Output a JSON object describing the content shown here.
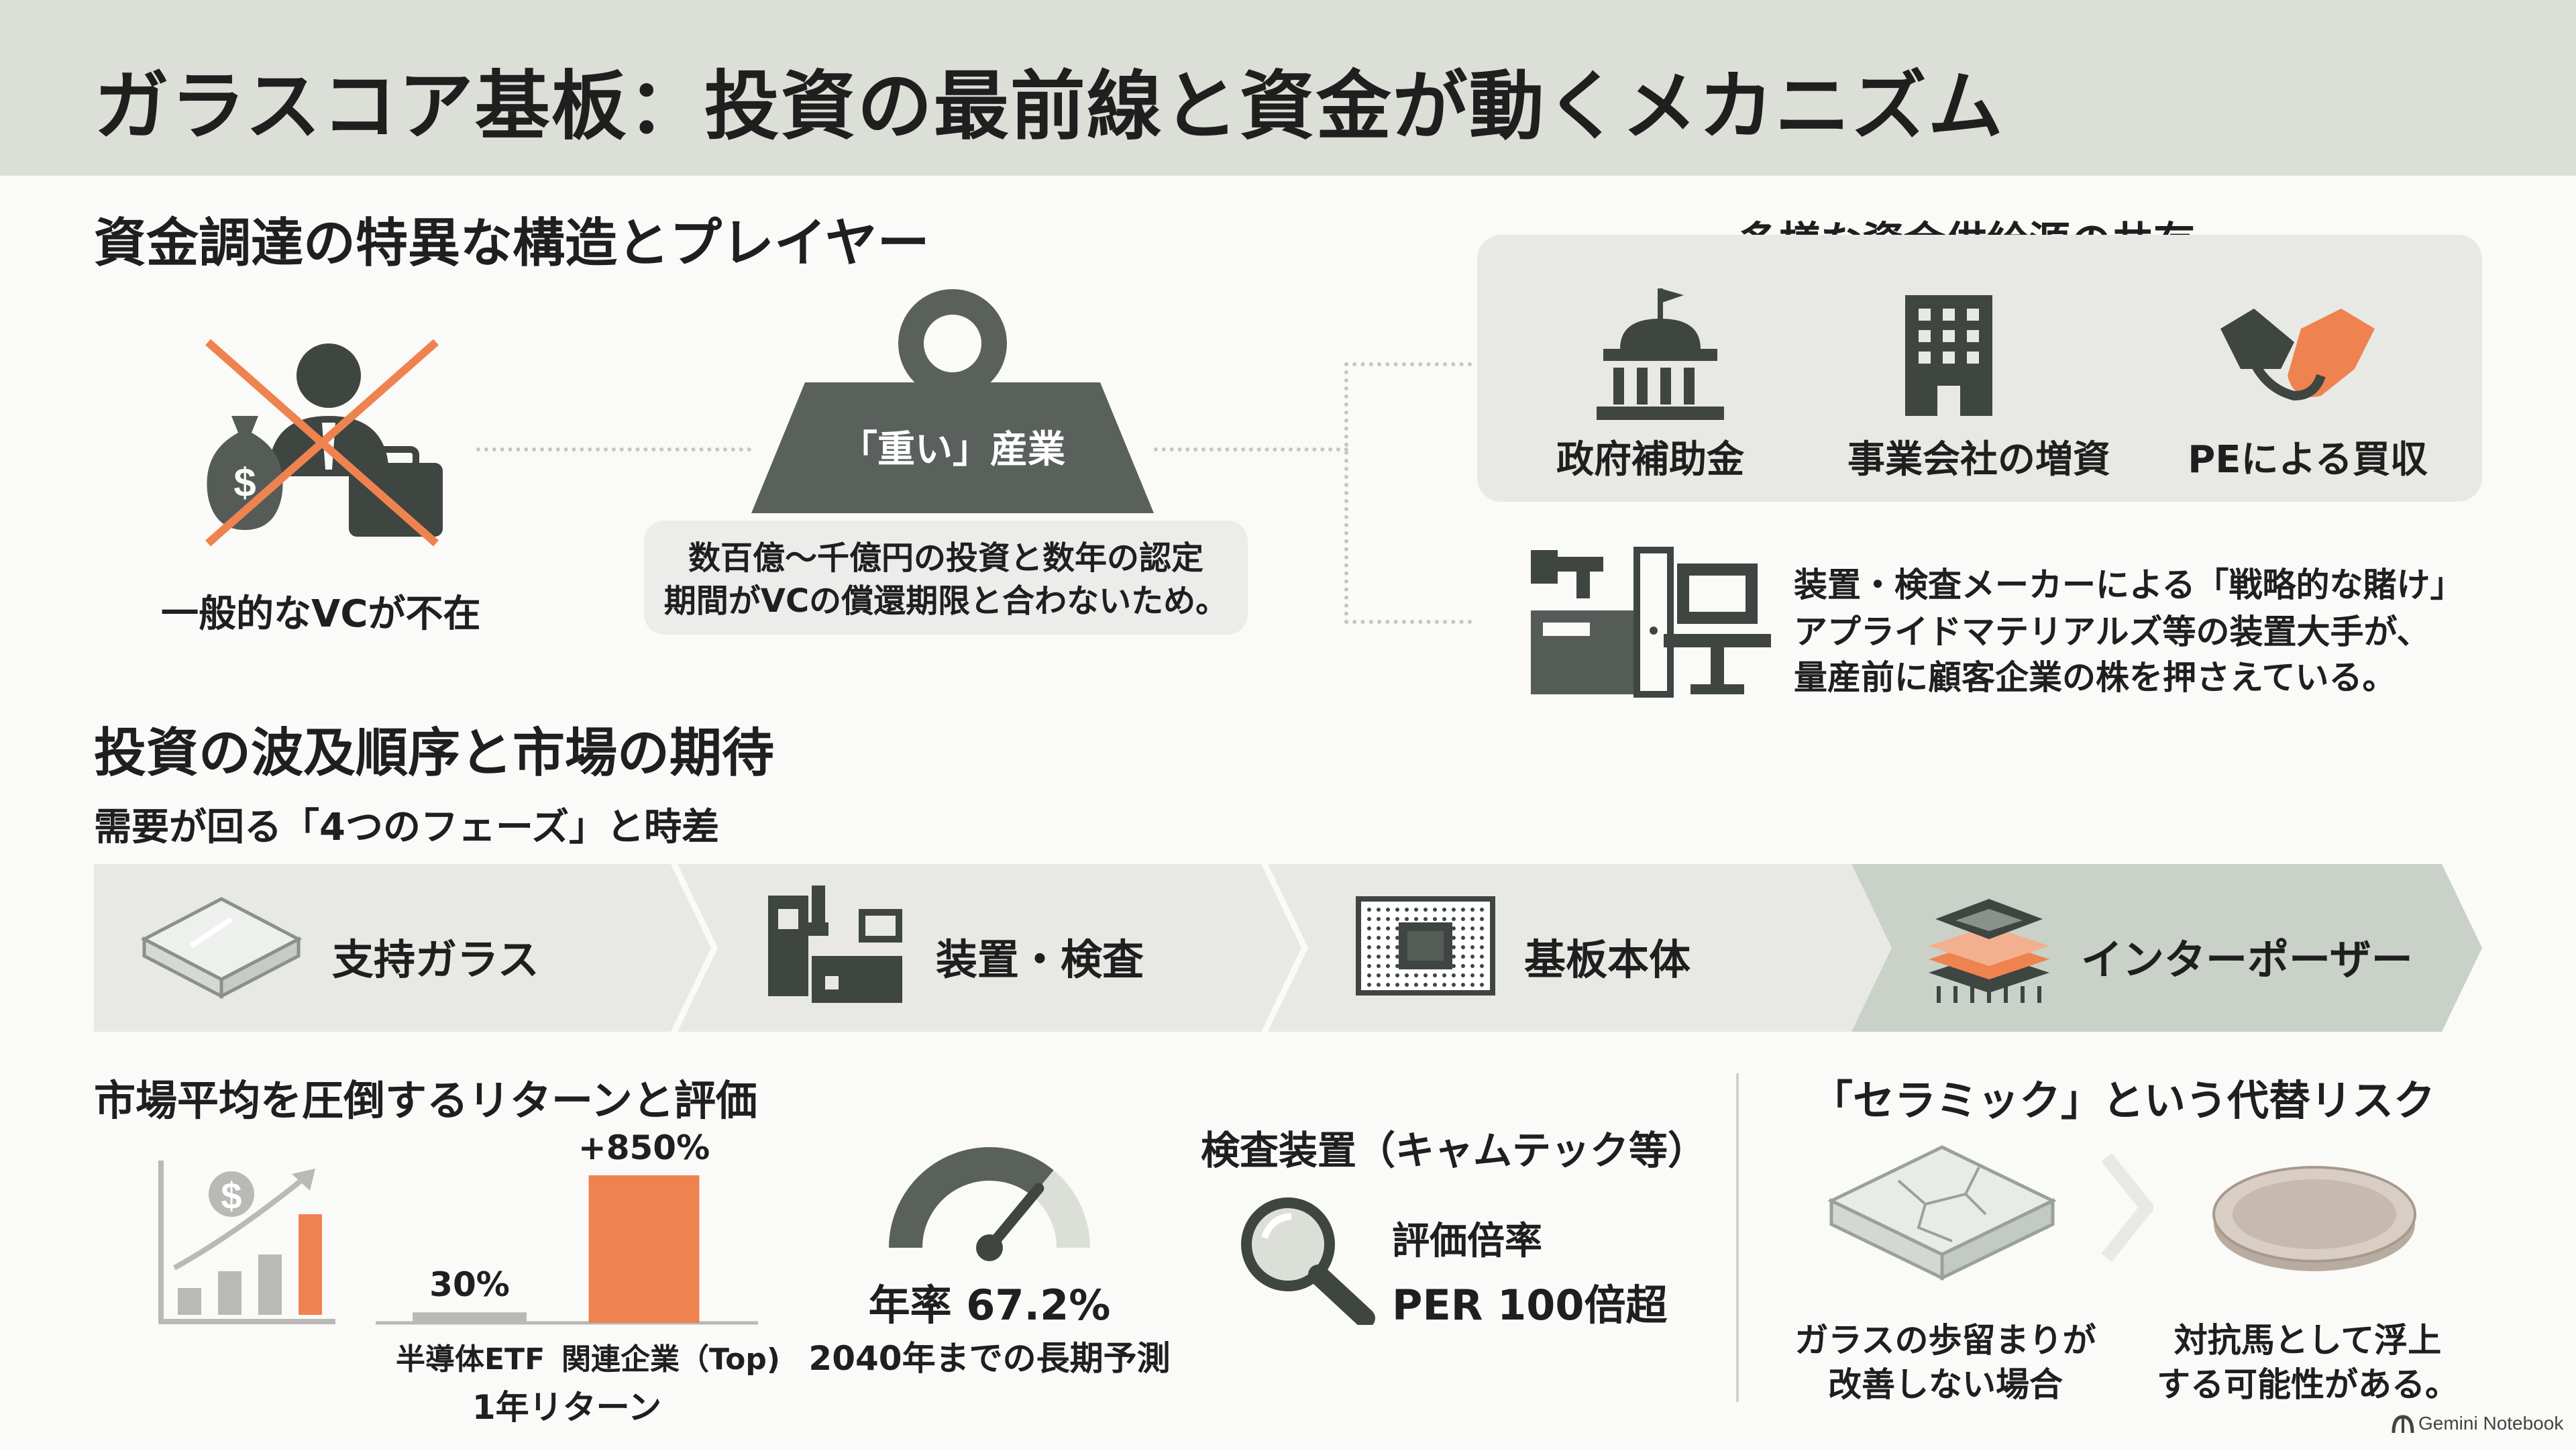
{
  "title": "ガラスコア基板：投資の最前線と資金が動くメカニズム",
  "section1": {
    "heading": "資金調達の特異な構造とプレイヤー",
    "no_vc_label": "一般的なVCが不在",
    "heavy_label": "「重い」産業",
    "heavy_desc_1": "数百億〜千億円の投資と数年の認定",
    "heavy_desc_2": "期間がVCの償還期限と合わないため。",
    "supply_heading": "多様な資金供給源の共存",
    "sources": [
      "政府補助金",
      "事業会社の増資",
      "PEによる買収"
    ],
    "strategic_title": "装置・検査メーカーによる「戦略的な賭け」",
    "strategic_desc_1": "アプライドマテリアルズ等の装置大手が、",
    "strategic_desc_2": "量産前に顧客企業の株を押さえている。"
  },
  "section2": {
    "heading": "投資の波及順序と市場の期待",
    "subheading": "需要が回る「4つのフェーズ」と時差",
    "phases": [
      "支持ガラス",
      "装置・検査",
      "基板本体",
      "インターポーザー"
    ]
  },
  "returns": {
    "heading": "市場平均を圧倒するリターンと評価",
    "chart_data": {
      "type": "bar",
      "categories": [
        "半導体ETF",
        "関連企業（Top)"
      ],
      "values": [
        30,
        850
      ],
      "value_labels": [
        "30%",
        "+850%"
      ],
      "xlabel": "1年リターン",
      "colors": [
        "#b9b9b6",
        "#ef8350"
      ]
    },
    "cagr_value": "年率 67.2%",
    "cagr_note": "2040年までの長期予測",
    "gauge_level": 0.72
  },
  "inspection": {
    "heading": "検査装置（キャムテック等）",
    "label": "評価倍率",
    "value": "PER 100倍超"
  },
  "risk": {
    "heading": "「セラミック」という代替リスク",
    "left_1": "ガラスの歩留まりが",
    "left_2": "改善しない場合",
    "right_1": "対抗馬として浮上",
    "right_2": "する可能性がある。"
  },
  "footer": {
    "brand": "Gemini Notebook"
  },
  "colors": {
    "accent": "#ef8350",
    "gray": "#5a615c",
    "panel": "#e8e9e5",
    "titlebar": "#dcdfd8"
  }
}
